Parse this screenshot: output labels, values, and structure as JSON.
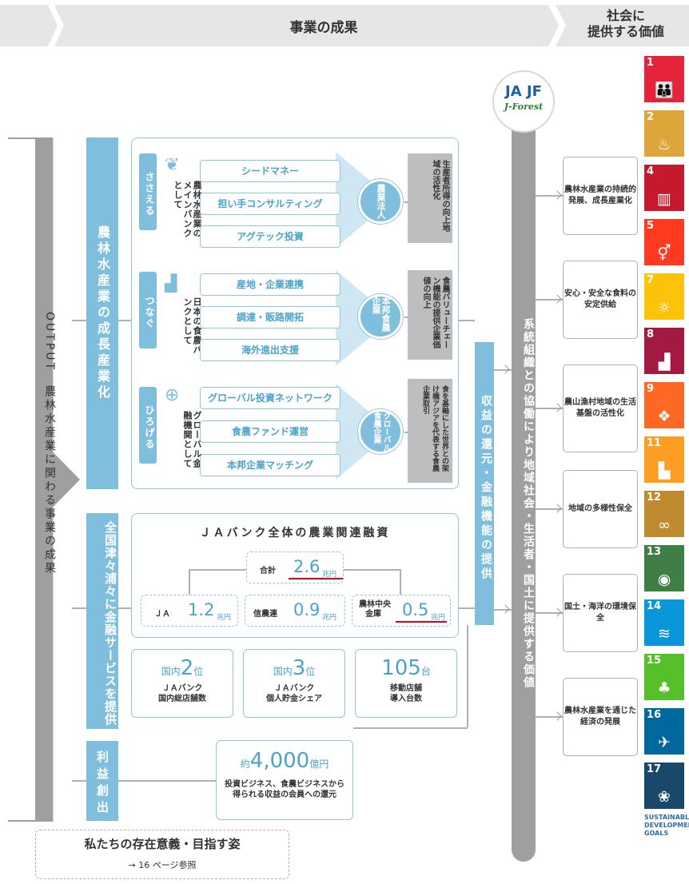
{
  "header": {
    "outcome_title": "事業の成果",
    "value_title_line1": "社会に",
    "value_title_line2": "提供する価値"
  },
  "output_label": "OUTPUT　農林水産業に関わる事業の成果",
  "pillars": {
    "growth": "農林水産業の成長産業化",
    "finance": "全国津々浦々に金融サービスを提供",
    "profit": "利益創出"
  },
  "groups": [
    {
      "tab": "ささえる",
      "role": "農林水産業のメインバンクとして",
      "items": [
        "シードマネー",
        "担い手コンサルティング",
        "アグテック投資"
      ],
      "circle": "農業法人",
      "result": "生産者所得の向上地域の活性化"
    },
    {
      "tab": "つなぐ",
      "role": "日本の食農バンクとして",
      "items": [
        "産地・企業連携",
        "調達・販路開拓",
        "海外進出支援"
      ],
      "circle": "本邦食農企業",
      "result": "食農バリューチェーン機能の提供企業価値の向上"
    },
    {
      "tab": "ひろげる",
      "role": "グローバル金融機関として",
      "items": [
        "グローバル投資ネットワーク",
        "食農ファンド運営",
        "本邦企業マッチング"
      ],
      "circle": "グローバル食農企業",
      "result": "食を基軸にした世界との架け橋アジアを代表する食農企業取引"
    }
  ],
  "ja_bank": {
    "title": "ＪＡバンク全体の農業関連融資",
    "total_label": "合計",
    "total_value": "2.6",
    "unit": "兆円",
    "ja_label": "ＪＡ",
    "ja_value": "1.2",
    "shinren_label": "信農連",
    "shinren_value": "0.9",
    "norinchukin_label_1": "農林中央",
    "norinchukin_label_2": "金庫",
    "norinchukin_value": "0.5"
  },
  "ranks": [
    {
      "prefix": "国内",
      "number": "2",
      "suffix": "位",
      "line1": "ＪＡバンク",
      "line2": "国内総店舗数"
    },
    {
      "prefix": "国内",
      "number": "3",
      "suffix": "位",
      "line1": "ＪＡバンク",
      "line2": "個人貯金シェア"
    },
    {
      "prefix": "",
      "number": "105",
      "suffix": "台",
      "line1": "移動店舗",
      "line2": "導入台数"
    }
  ],
  "profit_box": {
    "prefix": "約",
    "number": "4,000",
    "unit": "億円",
    "line1": "投資ビジネス、食農ビジネスから",
    "line2": "得られる収益の会員への還元"
  },
  "mid_pillar": "収益の還元・金融機能の提供",
  "center_column": "系統組織との協働により地域社会・生活者・国土に提供する価値",
  "logo": {
    "top": "JA JF",
    "bottom": "J-Forest"
  },
  "values": [
    "農林水産業の持続的発展、成長産業化",
    "安心・安全な食料の安定供給",
    "農山漁村地域の生活基盤の活性化",
    "地域の多様性保全",
    "国土・海洋の環境保全",
    "農林水産業を通じた経済の発展"
  ],
  "sdgs": [
    {
      "num": "1",
      "color": "#e5243b",
      "icon": "people-icon"
    },
    {
      "num": "2",
      "color": "#dda63a",
      "icon": "bowl-icon"
    },
    {
      "num": "4",
      "color": "#c5192d",
      "icon": "book-icon"
    },
    {
      "num": "5",
      "color": "#ff3a21",
      "icon": "gender-icon"
    },
    {
      "num": "7",
      "color": "#fcc30b",
      "icon": "sun-icon"
    },
    {
      "num": "8",
      "color": "#a21942",
      "icon": "growth-icon"
    },
    {
      "num": "9",
      "color": "#fd6925",
      "icon": "cubes-icon"
    },
    {
      "num": "11",
      "color": "#fd9d24",
      "icon": "city-icon"
    },
    {
      "num": "12",
      "color": "#bf8b2e",
      "icon": "infinity-icon"
    },
    {
      "num": "13",
      "color": "#3f7e44",
      "icon": "eye-icon"
    },
    {
      "num": "14",
      "color": "#0a97d9",
      "icon": "fish-icon"
    },
    {
      "num": "15",
      "color": "#56c02b",
      "icon": "tree-icon"
    },
    {
      "num": "16",
      "color": "#00689d",
      "icon": "dove-icon"
    },
    {
      "num": "17",
      "color": "#19486a",
      "icon": "rings-icon"
    }
  ],
  "sdg_goals": "SUSTAINABLE DEVELOPMENT GOALS",
  "bottom": {
    "title": "私たちの存在意義・目指す姿",
    "ref": "→ 16 ページ参照"
  },
  "colors": {
    "accent_blue": "#7fbfdd",
    "text_blue": "#4aa3cc",
    "gray": "#9e9fa1",
    "underline_red": "#e60012"
  }
}
